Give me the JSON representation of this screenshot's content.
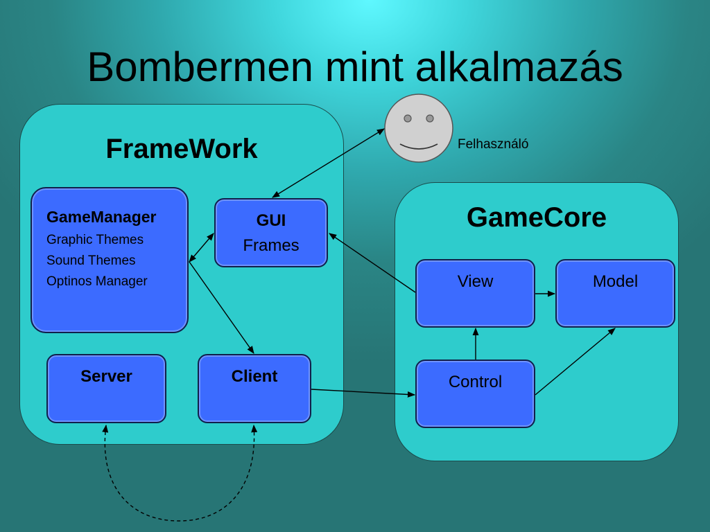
{
  "slide": {
    "title": "Bombermen mint alkalmazás"
  },
  "framework": {
    "title": "FrameWork",
    "game_manager": {
      "title": "GameManager",
      "items": [
        "Graphic Themes",
        "Sound Themes",
        "Optinos Manager"
      ]
    },
    "gui": {
      "title": "GUI",
      "subtitle": "Frames"
    },
    "server": {
      "label": "Server"
    },
    "client": {
      "label": "Client"
    }
  },
  "gamecore": {
    "title": "GameCore",
    "view": {
      "label": "View"
    },
    "model": {
      "label": "Model"
    },
    "control": {
      "label": "Control"
    }
  },
  "user": {
    "label": "Felhasználó"
  },
  "colors": {
    "panel": "#2ecccc",
    "box": "#3c6bff",
    "background": "#2a8585",
    "face": "#d0d0d0"
  }
}
